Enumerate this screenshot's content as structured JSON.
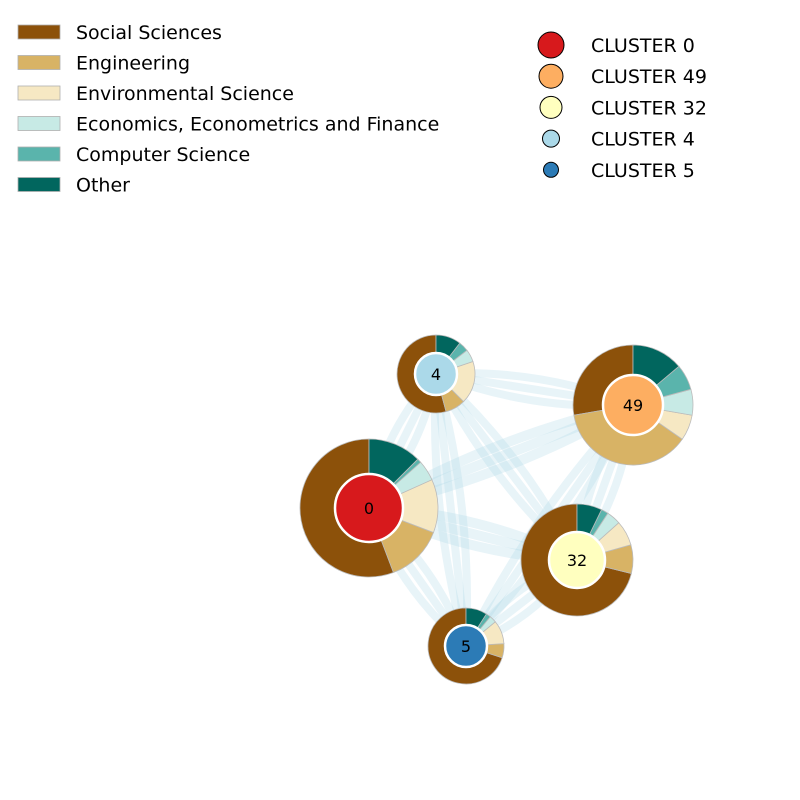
{
  "domain_legend": [
    {
      "label": "Social Sciences",
      "color": "#8c510a"
    },
    {
      "label": "Engineering",
      "color": "#d8b365"
    },
    {
      "label": "Environmental Science",
      "color": "#f6e8c3"
    },
    {
      "label": "Economics, Econometrics and Finance",
      "color": "#c7eae5"
    },
    {
      "label": "Computer Science",
      "color": "#5ab4ac"
    },
    {
      "label": "Other",
      "color": "#01665e"
    }
  ],
  "cluster_legend": [
    {
      "label": "CLUSTER 0",
      "color": "#d7191c"
    },
    {
      "label": "CLUSTER 49",
      "color": "#fdae61"
    },
    {
      "label": "CLUSTER 32",
      "color": "#ffffbf"
    },
    {
      "label": "CLUSTER 4",
      "color": "#abd9e9"
    },
    {
      "label": "CLUSTER 5",
      "color": "#2c7bb6"
    }
  ],
  "edge_color": "#add8e6",
  "nodes": [
    {
      "id": "0",
      "label": "0",
      "color": "#d7191c",
      "shares": [
        0.58,
        0.14,
        0.13,
        0.05,
        0.01,
        0.13
      ]
    },
    {
      "id": "49",
      "label": "49",
      "color": "#fdae61",
      "shares": [
        0.28,
        0.38,
        0.07,
        0.07,
        0.07,
        0.14
      ]
    },
    {
      "id": "4",
      "label": "4",
      "color": "#abd9e9",
      "shares": [
        0.52,
        0.08,
        0.17,
        0.05,
        0.04,
        0.1
      ]
    },
    {
      "id": "32",
      "label": "32",
      "color": "#ffffbf",
      "shares": [
        0.69,
        0.08,
        0.07,
        0.04,
        0.02,
        0.07
      ]
    },
    {
      "id": "5",
      "label": "5",
      "color": "#2c7bb6",
      "shares": [
        0.7,
        0.06,
        0.1,
        0.03,
        0.02,
        0.09
      ]
    }
  ],
  "edges": [
    {
      "source": "0",
      "target": "49",
      "weight": 3
    },
    {
      "source": "0",
      "target": "4",
      "weight": 2
    },
    {
      "source": "0",
      "target": "32",
      "weight": 3
    },
    {
      "source": "0",
      "target": "5",
      "weight": 2
    },
    {
      "source": "4",
      "target": "49",
      "weight": 2
    },
    {
      "source": "4",
      "target": "32",
      "weight": 2
    },
    {
      "source": "4",
      "target": "5",
      "weight": 2
    },
    {
      "source": "49",
      "target": "32",
      "weight": 2
    },
    {
      "source": "49",
      "target": "5",
      "weight": 2
    },
    {
      "source": "32",
      "target": "5",
      "weight": 2
    }
  ]
}
